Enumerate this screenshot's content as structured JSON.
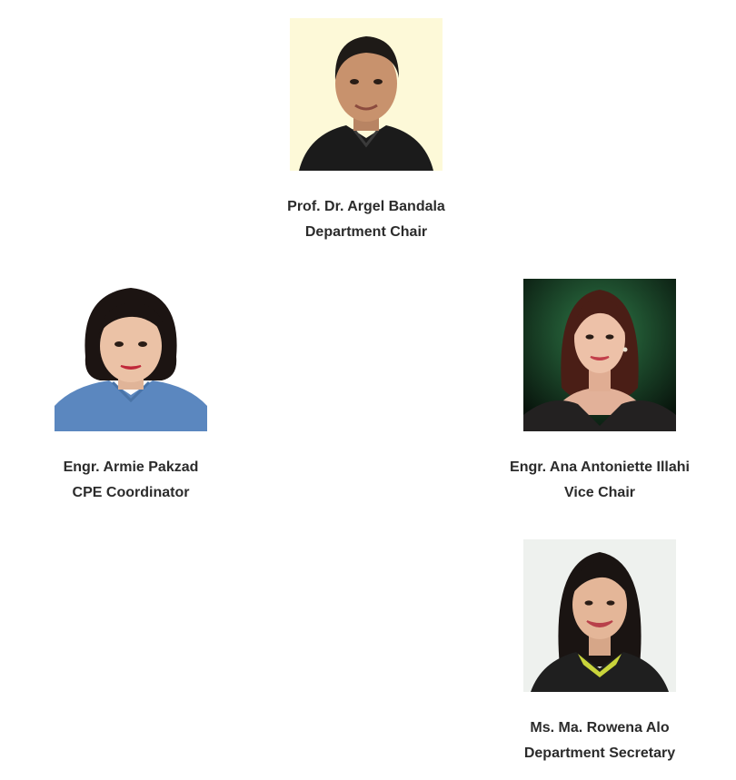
{
  "members": [
    {
      "id": "chair",
      "name": "Prof. Dr. Argel Bandala",
      "title": "Department Chair",
      "photo_background": "#fdf9d8"
    },
    {
      "id": "cpe",
      "name": "Engr. Armie Pakzad",
      "title": "CPE Coordinator",
      "photo_background": "#ffffff"
    },
    {
      "id": "vice",
      "name": "Engr. Ana Antoniette Illahi",
      "title": "Vice Chair",
      "photo_background": "#0d3a1e"
    },
    {
      "id": "sec",
      "name": "Ms. Ma. Rowena Alo",
      "title": "Department Secretary",
      "photo_background": "#eef1ee"
    }
  ]
}
